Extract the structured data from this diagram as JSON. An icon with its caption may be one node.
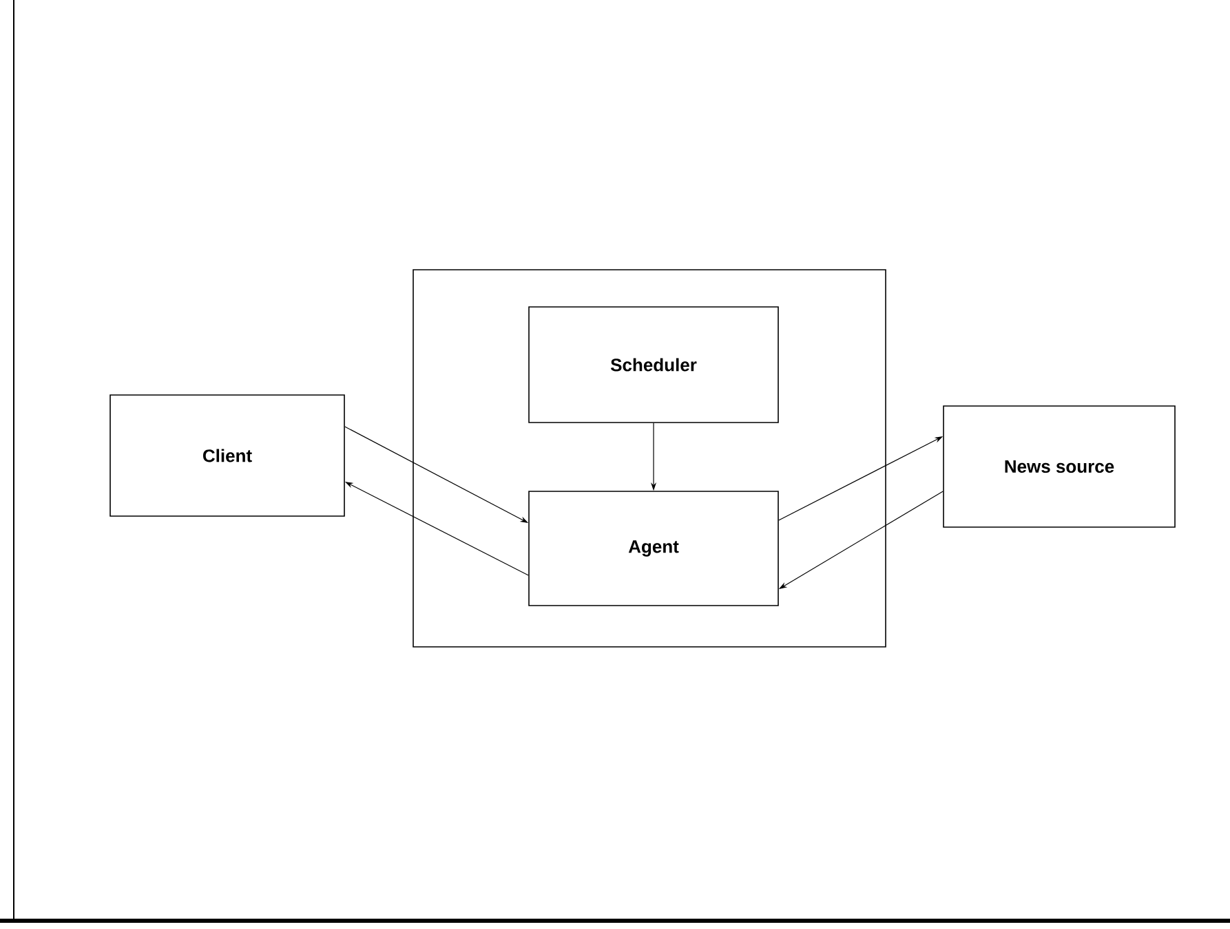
{
  "diagram": {
    "nodes": [
      {
        "text": [
          "Client"
        ]
      },
      {
        "text": [],
        "shape": "box"
      },
      {
        "text": [
          "Scheduler"
        ],
        "in": 1
      },
      {
        "text": [
          "Agent"
        ],
        "in": 1
      },
      {
        "text": [
          "News source"
        ]
      }
    ],
    "edges": [
      {
        "from": 0,
        "to": 3,
        "arrow": "to"
      },
      {
        "from": 3,
        "to": 0,
        "arrow": "to"
      },
      {
        "from": 2,
        "to": 3,
        "arrow": "to"
      },
      {
        "from": 3,
        "to": 4,
        "arrow": "to"
      },
      {
        "from": 4,
        "to": 3,
        "arrow": "to"
      }
    ]
  }
}
